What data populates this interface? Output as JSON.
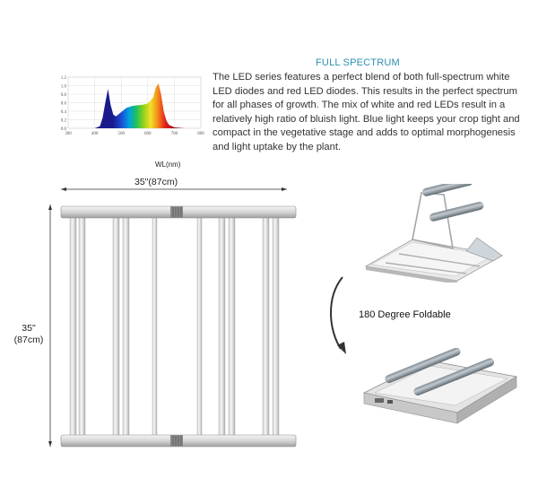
{
  "title": "FULL SPECTRUM",
  "description": "The LED series features a perfect blend of both full-spectrum white LED diodes and red LED diodes. This results in the perfect spectrum for all phases of growth. The mix of white and red LEDs result in a relatively high ratio of bluish light. Blue light keeps your crop tight and compact in the vegetative stage and adds to optimal morphogenesis and light uptake by the plant.",
  "width_label": "35\"(87cm)",
  "height_label_line1": "35\"",
  "height_label_line2": "(87cm)",
  "fold_label": "180 Degree Foldable",
  "chart_data": {
    "type": "area",
    "xlabel": "WL(nm)",
    "ylabel": "",
    "x_ticks": [
      300,
      400,
      500,
      600,
      700,
      800
    ],
    "y_ticks": [
      0.0,
      0.2,
      0.4,
      0.6,
      0.8,
      1.0,
      1.2
    ],
    "xlim": [
      300,
      800
    ],
    "ylim": [
      0,
      1.2
    ],
    "grid": true,
    "series": [
      {
        "x": [
          400,
          420,
          430,
          440,
          450,
          460,
          470,
          480,
          500,
          520,
          540,
          560,
          580,
          600,
          620,
          630,
          640,
          650,
          660,
          670,
          680,
          700,
          720,
          740
        ],
        "values": [
          0.0,
          0.05,
          0.25,
          0.6,
          0.92,
          0.55,
          0.32,
          0.28,
          0.38,
          0.48,
          0.52,
          0.54,
          0.55,
          0.58,
          0.72,
          0.95,
          1.05,
          0.8,
          0.4,
          0.18,
          0.08,
          0.02,
          0.01,
          0.0
        ]
      }
    ]
  }
}
